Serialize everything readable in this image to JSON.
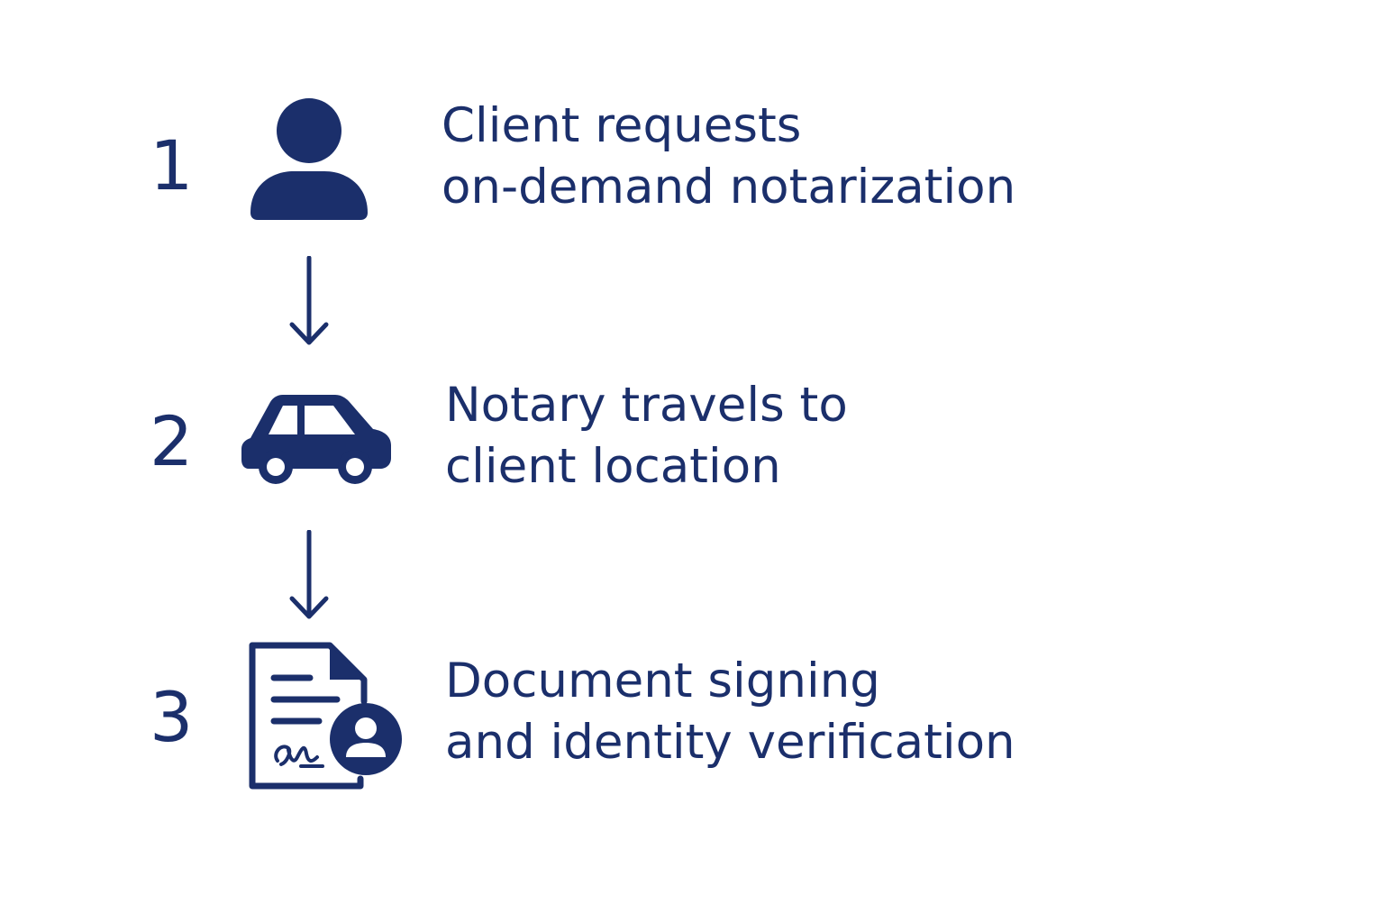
{
  "colors": {
    "primary": "#1b2f6b",
    "background": "#ffffff"
  },
  "steps": [
    {
      "number": "1",
      "icon": "person-icon",
      "line1": "Client requests",
      "line2": "on-demand notarization"
    },
    {
      "number": "2",
      "icon": "car-icon",
      "line1": "Notary travels to",
      "line2": "client location"
    },
    {
      "number": "3",
      "icon": "signed-document-identity-icon",
      "line1": "Document signing",
      "line2": "and identity verification"
    }
  ]
}
